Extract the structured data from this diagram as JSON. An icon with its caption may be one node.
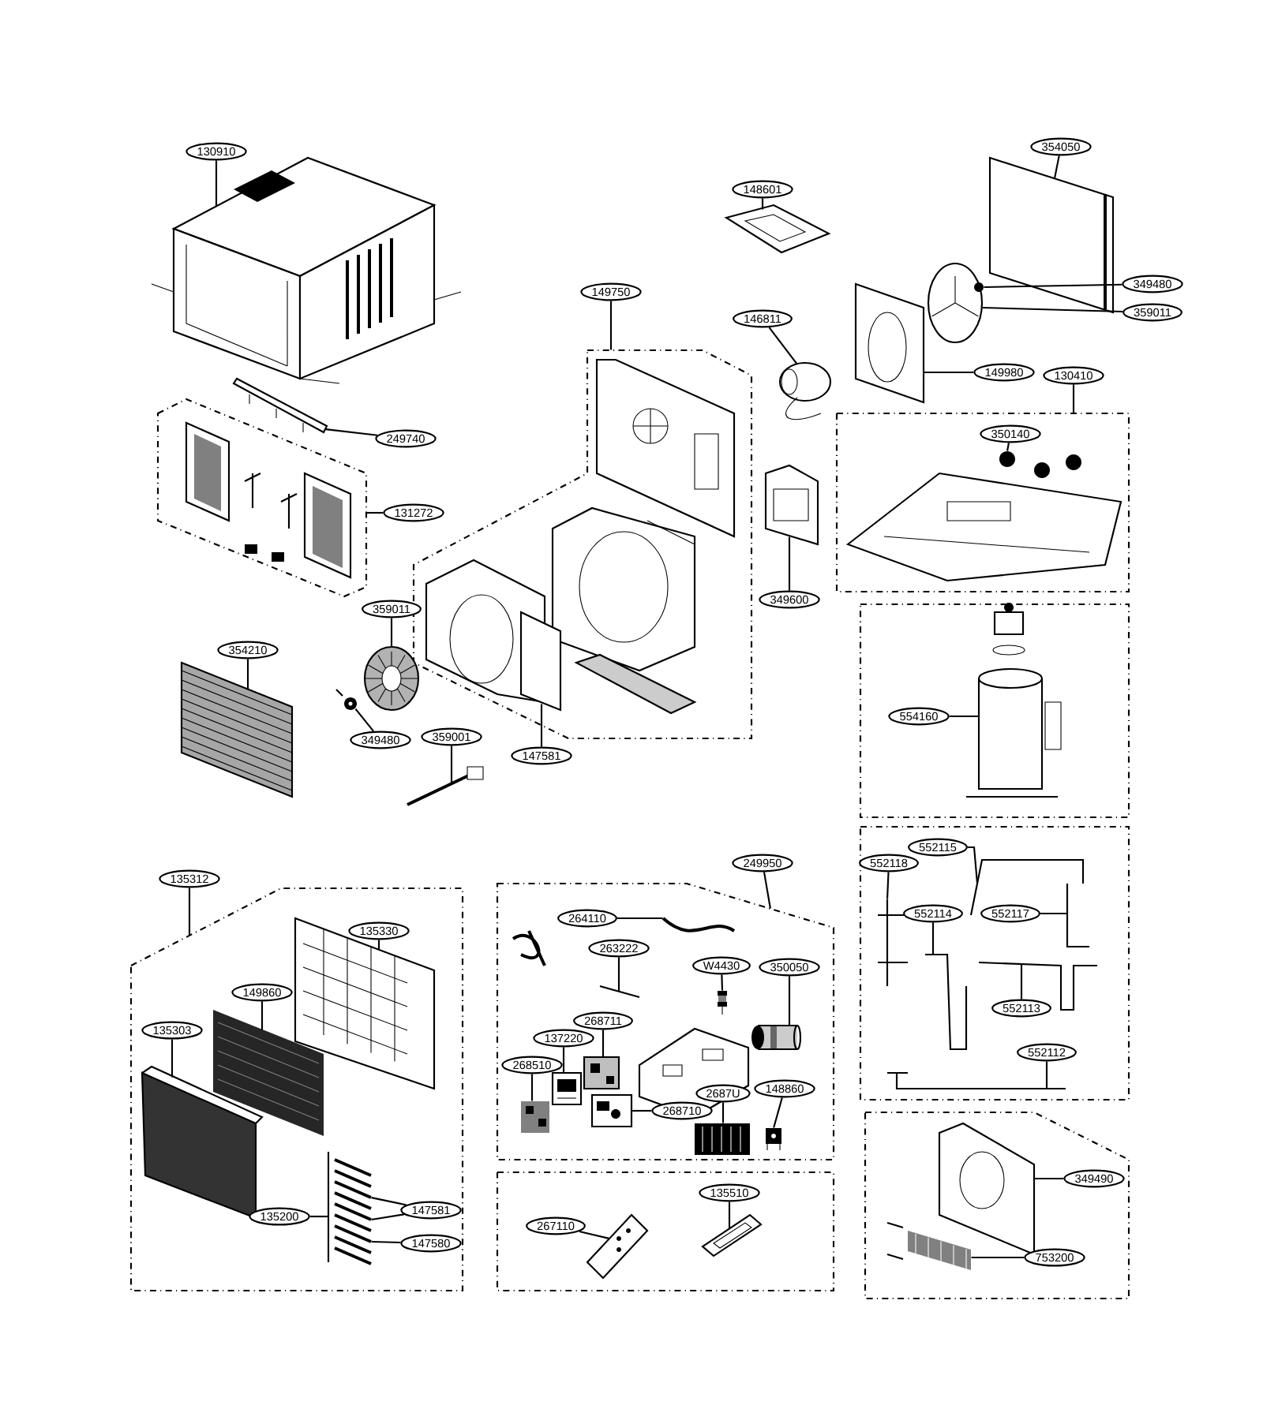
{
  "diagram": {
    "nodes": [
      {
        "text": [],
        "shape": "box"
      },
      {
        "text": [],
        "shape": "box"
      },
      {
        "text": [],
        "shape": "box"
      },
      {
        "text": [],
        "shape": "box"
      },
      {
        "text": [],
        "shape": "box"
      },
      {
        "text": [],
        "shape": "box"
      },
      {
        "text": [],
        "shape": "box"
      },
      {
        "text": [],
        "shape": "box"
      },
      {
        "text": [],
        "shape": "box"
      },
      {
        "text": [
          "130910"
        ]
      },
      {
        "text": [
          "249740"
        ]
      },
      {
        "text": [
          "131272"
        ]
      },
      {
        "text": [
          "359011"
        ]
      },
      {
        "text": [
          "354210"
        ]
      },
      {
        "text": [
          "349480"
        ]
      },
      {
        "text": [
          "359001"
        ]
      },
      {
        "text": [
          "147581"
        ]
      },
      {
        "text": [
          "149750"
        ]
      },
      {
        "text": [
          "148601"
        ]
      },
      {
        "text": [
          "146811"
        ]
      },
      {
        "text": [
          "354050"
        ]
      },
      {
        "text": [
          "349480"
        ]
      },
      {
        "text": [
          "359011"
        ]
      },
      {
        "text": [
          "149980"
        ]
      },
      {
        "text": [
          "130410"
        ]
      },
      {
        "text": [
          "350140"
        ],
        "in": 2
      },
      {
        "text": [
          "349600"
        ]
      },
      {
        "text": [
          "554160"
        ],
        "in": 3
      },
      {
        "text": [
          "552118"
        ],
        "in": 4
      },
      {
        "text": [
          "552115"
        ],
        "in": 4
      },
      {
        "text": [
          "552114"
        ],
        "in": 4
      },
      {
        "text": [
          "552117"
        ],
        "in": 4
      },
      {
        "text": [
          "552113"
        ],
        "in": 4
      },
      {
        "text": [
          "552112"
        ],
        "in": 4
      },
      {
        "text": [
          "349490"
        ],
        "in": 5
      },
      {
        "text": [
          "753200"
        ],
        "in": 5
      },
      {
        "text": [
          "135312"
        ]
      },
      {
        "text": [
          "135330"
        ],
        "in": 6
      },
      {
        "text": [
          "149860"
        ],
        "in": 6
      },
      {
        "text": [
          "135303"
        ],
        "in": 6
      },
      {
        "text": [
          "147581"
        ],
        "in": 6
      },
      {
        "text": [
          "147580"
        ],
        "in": 6
      },
      {
        "text": [
          "135200"
        ],
        "in": 6
      },
      {
        "text": [
          "249950"
        ]
      },
      {
        "text": [
          "264110"
        ],
        "in": 7
      },
      {
        "text": [
          "263222"
        ],
        "in": 7
      },
      {
        "text": [
          "W4430"
        ],
        "in": 7
      },
      {
        "text": [
          "350050"
        ],
        "in": 7
      },
      {
        "text": [
          "268711"
        ],
        "in": 7
      },
      {
        "text": [
          "137220"
        ],
        "in": 7
      },
      {
        "text": [
          "268510"
        ],
        "in": 7
      },
      {
        "text": [
          "268710"
        ],
        "in": 7
      },
      {
        "text": [
          "2687U"
        ],
        "in": 7
      },
      {
        "text": [
          "148860"
        ],
        "in": 7
      },
      {
        "text": [
          "267110"
        ],
        "in": 8
      },
      {
        "text": [
          "135510"
        ],
        "in": 8
      },
      {
        "text": [],
        "shape": "picture"
      },
      {
        "text": [],
        "shape": "picture"
      },
      {
        "text": [],
        "shape": "picture"
      },
      {
        "text": [],
        "shape": "picture"
      },
      {
        "text": [],
        "shape": "picture"
      },
      {
        "text": [],
        "shape": "picture"
      },
      {
        "text": [],
        "shape": "picture",
        "in": 1
      },
      {
        "text": [],
        "shape": "picture"
      },
      {
        "text": [],
        "shape": "picture"
      },
      {
        "text": [],
        "shape": "picture"
      },
      {
        "text": [],
        "shape": "picture"
      },
      {
        "text": [],
        "shape": "picture"
      },
      {
        "text": [],
        "shape": "picture",
        "in": 2
      },
      {
        "text": [],
        "shape": "picture"
      },
      {
        "text": [],
        "shape": "picture",
        "in": 3
      },
      {
        "text": [],
        "shape": "picture",
        "in": 4
      },
      {
        "text": [],
        "shape": "picture",
        "in": 4
      },
      {
        "text": [],
        "shape": "picture",
        "in": 4
      },
      {
        "text": [],
        "shape": "picture",
        "in": 4
      },
      {
        "text": [],
        "shape": "picture",
        "in": 4
      },
      {
        "text": [],
        "shape": "picture",
        "in": 4
      },
      {
        "text": [],
        "shape": "picture",
        "in": 5
      },
      {
        "text": [],
        "shape": "picture",
        "in": 5
      },
      {
        "text": [],
        "shape": "picture",
        "in": 6
      },
      {
        "text": [],
        "shape": "picture",
        "in": 6
      },
      {
        "text": [],
        "shape": "picture",
        "in": 6
      },
      {
        "text": [],
        "shape": "picture",
        "in": 6
      },
      {
        "text": [],
        "shape": "picture",
        "in": 6
      },
      {
        "text": [],
        "shape": "picture",
        "in": 7
      },
      {
        "text": [],
        "shape": "picture",
        "in": 7
      },
      {
        "text": [],
        "shape": "picture",
        "in": 7
      },
      {
        "text": [],
        "shape": "picture",
        "in": 7
      },
      {
        "text": [],
        "shape": "picture",
        "in": 7
      },
      {
        "text": [],
        "shape": "picture",
        "in": 7
      },
      {
        "text": [],
        "shape": "picture",
        "in": 7
      },
      {
        "text": [],
        "shape": "picture",
        "in": 7
      },
      {
        "text": [],
        "shape": "picture",
        "in": 7
      },
      {
        "text": [],
        "shape": "picture",
        "in": 7
      },
      {
        "text": [],
        "shape": "picture",
        "in": 8
      },
      {
        "text": [],
        "shape": "picture",
        "in": 8
      },
      {
        "text": [],
        "shape": "picture",
        "in": 66
      },
      {
        "text": [],
        "shape": "picture",
        "in": 6
      },
      {
        "text": [],
        "shape": "picture",
        "in": 6
      }
    ],
    "edges": [
      {
        "from": 9,
        "to": 56,
        "arrow": "none"
      },
      {
        "from": 10,
        "to": 57,
        "arrow": "none"
      },
      {
        "from": 11,
        "to": 0,
        "arrow": "none"
      },
      {
        "from": 12,
        "to": 58,
        "arrow": "none"
      },
      {
        "from": 13,
        "to": 59,
        "arrow": "none"
      },
      {
        "from": 14,
        "to": 60,
        "arrow": "none"
      },
      {
        "from": 15,
        "to": 61,
        "arrow": "none"
      },
      {
        "from": 16,
        "to": 62,
        "arrow": "none"
      },
      {
        "from": 17,
        "to": 1,
        "arrow": "none"
      },
      {
        "from": 18,
        "to": 63,
        "arrow": "none"
      },
      {
        "from": 19,
        "to": 64,
        "arrow": "none"
      },
      {
        "from": 20,
        "to": 65,
        "arrow": "none"
      },
      {
        "from": 21,
        "to": 96,
        "arrow": "none"
      },
      {
        "from": 22,
        "to": 66,
        "arrow": "none"
      },
      {
        "from": 23,
        "to": 67,
        "arrow": "none"
      },
      {
        "from": 24,
        "to": 2,
        "arrow": "none"
      },
      {
        "from": 25,
        "to": 68,
        "arrow": "none"
      },
      {
        "from": 26,
        "to": 69,
        "arrow": "none"
      },
      {
        "from": 27,
        "to": 70,
        "arrow": "none"
      },
      {
        "from": 28,
        "to": 71,
        "arrow": "none"
      },
      {
        "from": 29,
        "to": 72,
        "arrow": "none"
      },
      {
        "from": 30,
        "to": 73,
        "arrow": "none"
      },
      {
        "from": 31,
        "to": 74,
        "arrow": "none"
      },
      {
        "from": 32,
        "to": 75,
        "arrow": "none"
      },
      {
        "from": 33,
        "to": 76,
        "arrow": "none"
      },
      {
        "from": 34,
        "to": 77,
        "arrow": "none"
      },
      {
        "from": 35,
        "to": 78,
        "arrow": "none"
      },
      {
        "from": 36,
        "to": 6,
        "arrow": "none"
      },
      {
        "from": 37,
        "to": 79,
        "arrow": "none"
      },
      {
        "from": 38,
        "to": 80,
        "arrow": "none"
      },
      {
        "from": 39,
        "to": 81,
        "arrow": "none"
      },
      {
        "from": 40,
        "to": 82,
        "arrow": "none"
      },
      {
        "from": 41,
        "to": 98,
        "arrow": "none"
      },
      {
        "from": 42,
        "to": 83,
        "arrow": "none"
      },
      {
        "from": 43,
        "to": 7,
        "arrow": "none"
      },
      {
        "from": 44,
        "to": 84,
        "arrow": "none"
      },
      {
        "from": 45,
        "to": 85,
        "arrow": "none"
      },
      {
        "from": 46,
        "to": 86,
        "arrow": "none"
      },
      {
        "from": 47,
        "to": 87,
        "arrow": "none"
      },
      {
        "from": 48,
        "to": 88,
        "arrow": "none"
      },
      {
        "from": 49,
        "to": 89,
        "arrow": "none"
      },
      {
        "from": 50,
        "to": 90,
        "arrow": "none"
      },
      {
        "from": 51,
        "to": 91,
        "arrow": "none"
      },
      {
        "from": 52,
        "to": 92,
        "arrow": "none"
      },
      {
        "from": 53,
        "to": 93,
        "arrow": "none"
      },
      {
        "from": 54,
        "to": 94,
        "arrow": "none"
      },
      {
        "from": 55,
        "to": 95,
        "arrow": "none"
      },
      {
        "from": 40,
        "to": 97,
        "arrow": "none"
      }
    ]
  }
}
